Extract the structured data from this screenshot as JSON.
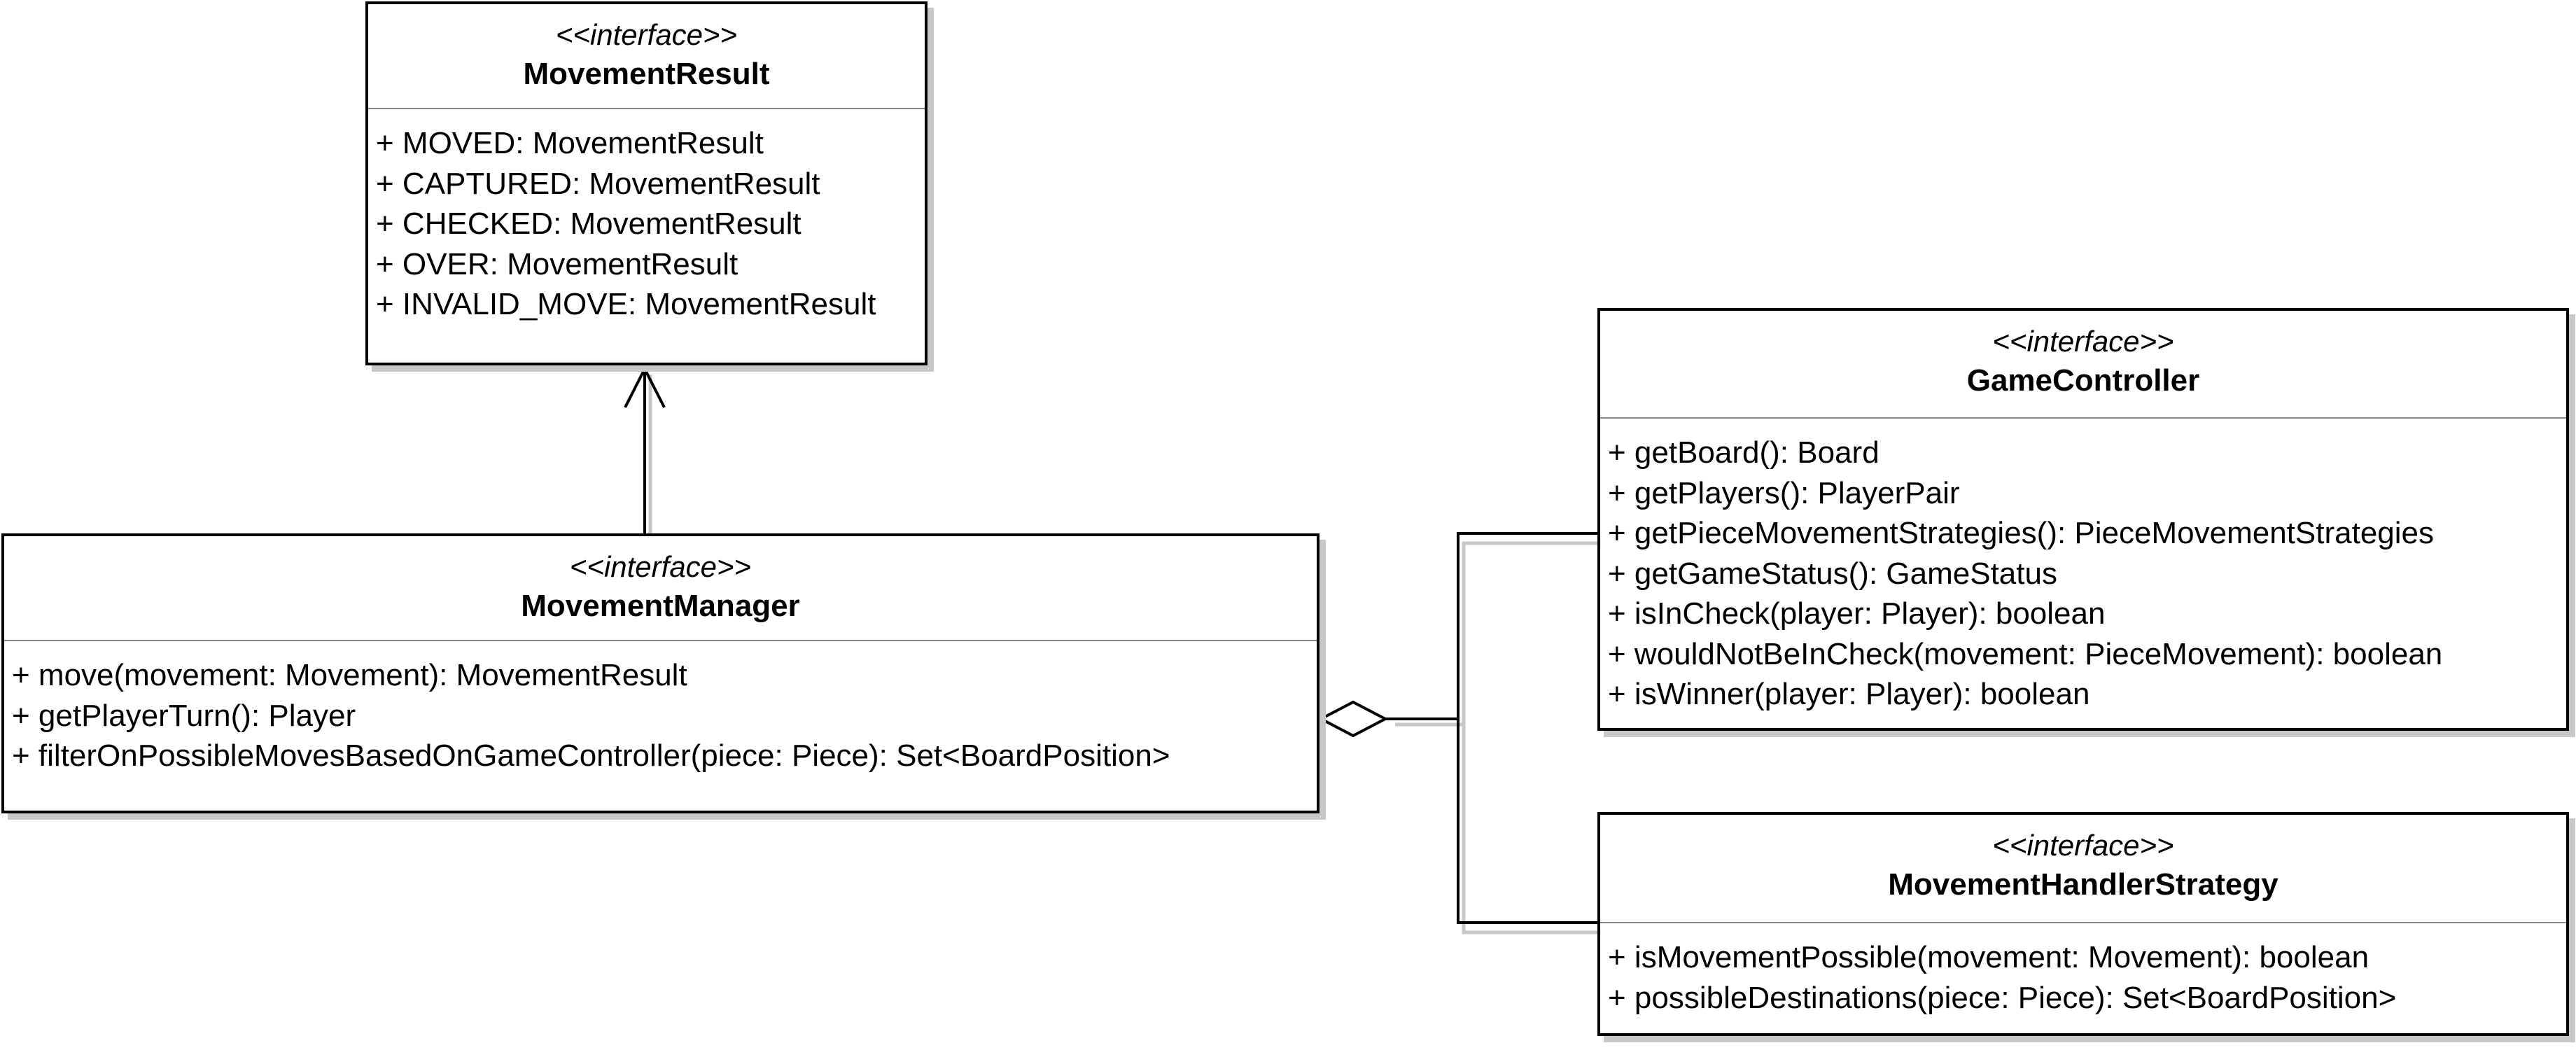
{
  "diagram": {
    "classes": {
      "movement_result": {
        "stereotype": "<<interface>>",
        "name": "MovementResult",
        "members": [
          "+ MOVED: MovementResult",
          "+ CAPTURED: MovementResult",
          "+ CHECKED: MovementResult",
          "+ OVER: MovementResult",
          "+ INVALID_MOVE: MovementResult"
        ]
      },
      "movement_manager": {
        "stereotype": "<<interface>>",
        "name": "MovementManager",
        "members": [
          "+ move(movement: Movement): MovementResult",
          "+ getPlayerTurn(): Player",
          "+ filterOnPossibleMovesBasedOnGameController(piece: Piece): Set<BoardPosition>"
        ]
      },
      "game_controller": {
        "stereotype": "<<interface>>",
        "name": "GameController",
        "members": [
          "+ getBoard(): Board",
          "+ getPlayers(): PlayerPair",
          "+ getPieceMovementStrategies(): PieceMovementStrategies",
          "+ getGameStatus(): GameStatus",
          "+ isInCheck(player: Player): boolean",
          "+ wouldNotBeInCheck(movement: PieceMovement): boolean",
          "+ isWinner(player: Player): boolean"
        ]
      },
      "movement_handler_strategy": {
        "stereotype": "<<interface>>",
        "name": "MovementHandlerStrategy",
        "members": [
          "+ isMovementPossible(movement: Movement): boolean",
          "+ possibleDestinations(piece: Piece): Set<BoardPosition>"
        ]
      }
    },
    "relations": [
      {
        "type": "dependency",
        "from": "MovementManager",
        "to": "MovementResult",
        "head": "open-arrow"
      },
      {
        "type": "aggregation",
        "whole": "MovementManager",
        "parts": [
          "GameController",
          "MovementHandlerStrategy"
        ],
        "head": "hollow-diamond"
      }
    ],
    "colors": {
      "line": "#000000",
      "shadow": "#c8c8c8",
      "compartment_divider": "#8a8a8a",
      "background": "#ffffff"
    }
  }
}
